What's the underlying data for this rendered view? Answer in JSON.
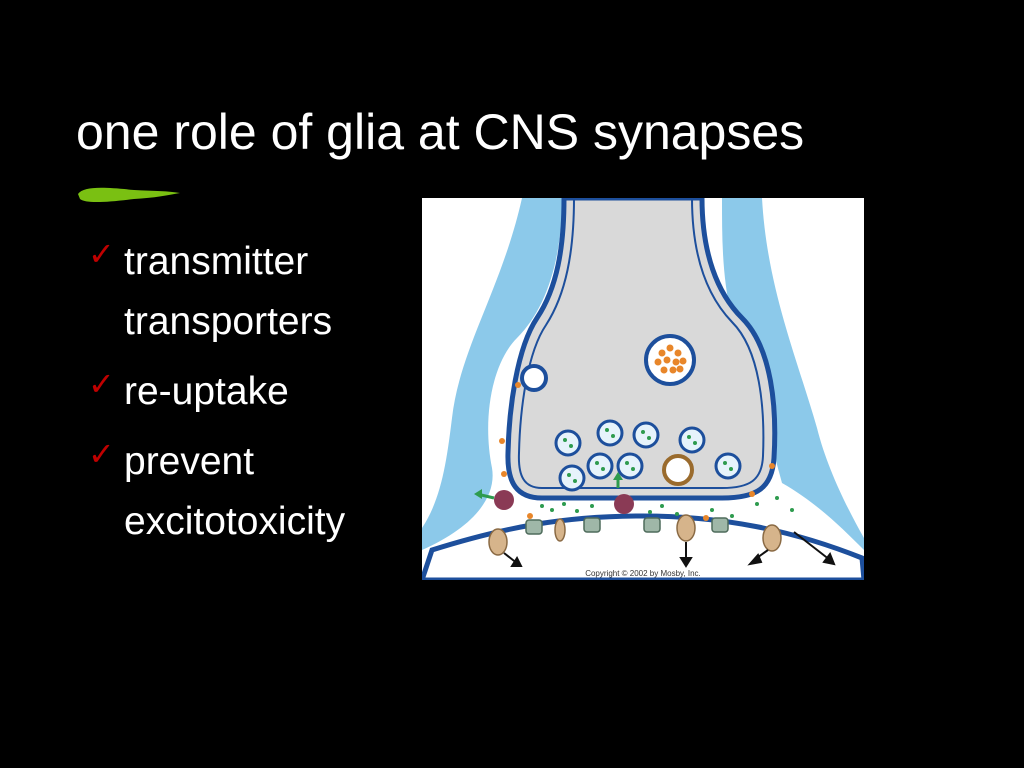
{
  "slide": {
    "title": "one role of glia at CNS synapses",
    "bullets": [
      "transmitter transporters",
      "re-uptake",
      "prevent excitotoxicity"
    ],
    "check_glyph": "✓"
  },
  "figure": {
    "copyright": "Copyright © 2002 by Mosby, Inc."
  },
  "colors": {
    "background": "#000000",
    "text": "#ffffff",
    "check": "#c00000",
    "accent_brush": "#7ac012",
    "glia": "#8cc9ea",
    "membrane": "#1d4f9c",
    "terminal": "#d9d9d9",
    "vesicle_dot": "#2e9b4e",
    "orange_dot": "#e8862a"
  },
  "icons": {
    "check": "checkmark-icon",
    "brush": "brush-stroke"
  }
}
